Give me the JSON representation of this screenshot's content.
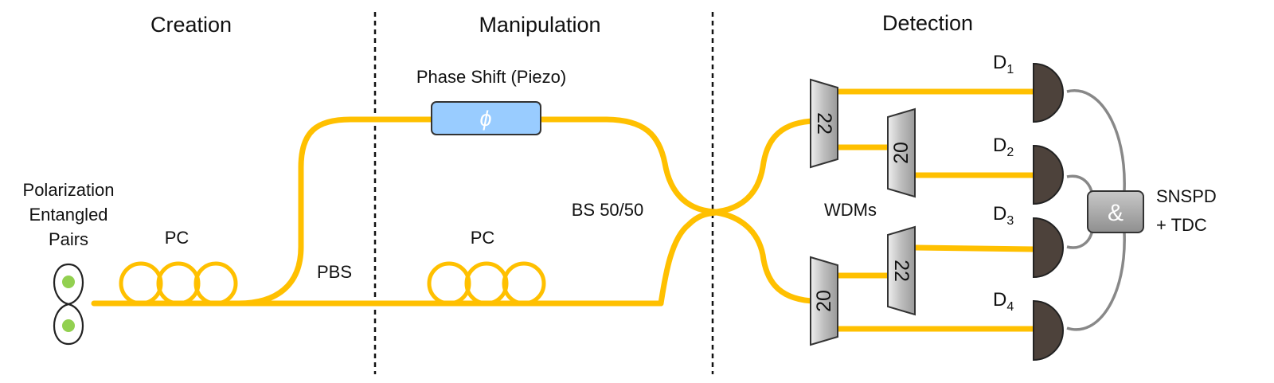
{
  "sections": {
    "creation": "Creation",
    "manipulation": "Manipulation",
    "detection": "Detection"
  },
  "labels": {
    "source_line1": "Polarization",
    "source_line2": "Entangled",
    "source_line3": "Pairs",
    "pc_creation": "PC",
    "pbs": "PBS",
    "phase_shift": "Phase Shift (Piezo)",
    "phase_symbol": "ϕ",
    "pc_manipulation": "PC",
    "bs": "BS 50/50",
    "wdms": "WDMs",
    "coincidence": "&",
    "snspd": "SNSPD",
    "tdc": "+ TDC"
  },
  "wdm_channels": {
    "top_left": "22",
    "top_right": "20",
    "bottom_left": "20",
    "bottom_right": "22"
  },
  "detectors": [
    {
      "main": "D",
      "sub": "1"
    },
    {
      "main": "D",
      "sub": "2"
    },
    {
      "main": "D",
      "sub": "3"
    },
    {
      "main": "D",
      "sub": "4"
    }
  ],
  "colors": {
    "fiber": "#ffc000",
    "phase_box": "#99ccff",
    "detector": "#4d423b",
    "gray_cable": "#888888",
    "source_dot": "#92d050"
  }
}
